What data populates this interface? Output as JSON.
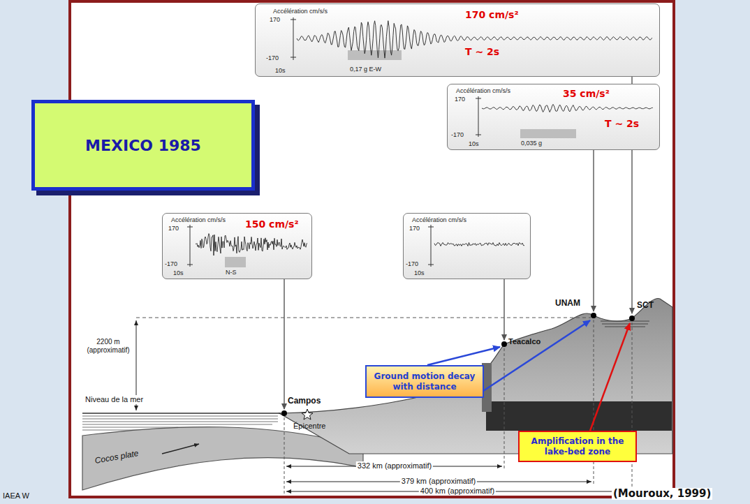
{
  "diagram": {
    "nodes": [
      {
        "text": [
          "Accélération cm/s/s",
          "170",
          "-170",
          "10s",
          "0,17 g E-W",
          "170 cm/s²",
          "T ~ 2s"
        ]
      },
      {
        "text": [
          "Accélération cm/s/s",
          "170",
          "-170",
          "10s",
          "0,035 g",
          "35 cm/s²",
          "T ~ 2s"
        ]
      },
      {
        "text": [
          "MEXICO 1985"
        ]
      },
      {
        "text": [
          "Accélération cm/s/s",
          "170",
          "-170",
          "10s",
          "N-S",
          "150 cm/s²"
        ]
      },
      {
        "text": [
          "Accélération cm/s/s",
          "170",
          "-170",
          "10s"
        ]
      },
      {
        "text": [
          "Ground motion decay with distance"
        ]
      },
      {
        "text": [
          "Amplification in the lake-bed zone"
        ]
      }
    ],
    "labels": [
      "2200 m (approximatif)",
      "Niveau de la mer",
      "Campos",
      "Épicentre",
      "Cocos plate",
      "Teacalco",
      "UNAM",
      "SCT",
      "332 km (approximatif)",
      "379 km (approximatif)",
      "400 km (approximatif)",
      "IAEA W",
      "(Mouroux, 1999)"
    ]
  }
}
